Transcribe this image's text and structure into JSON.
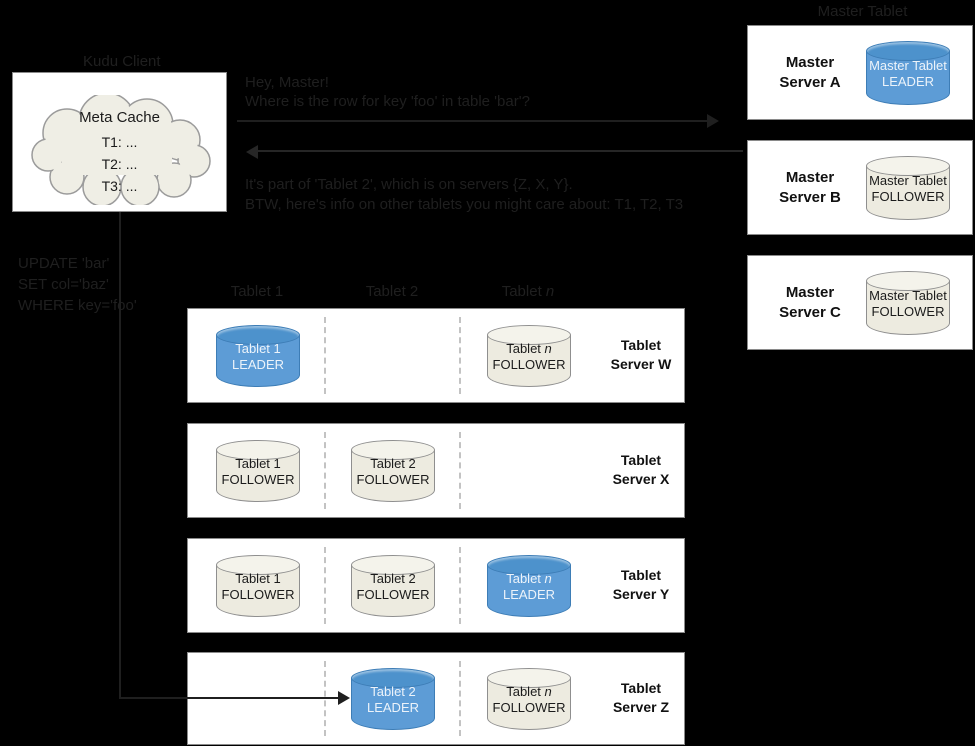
{
  "client": {
    "label": "Kudu Client",
    "meta_cache": {
      "title": "Meta Cache",
      "entries": "T1: ...\nT2: ...\nT3: ..."
    }
  },
  "messages": {
    "request_line1": "Hey, Master!",
    "request_line2": "Where is the row for key 'foo' in table 'bar'?",
    "response_line1": "It's part of 'Tablet 2', which is on servers {Z, X, Y}.",
    "response_line2": "BTW, here's info on other tablets you might care about: T1, T2, T3",
    "update_sql": "UPDATE 'bar'\nSET col='baz'\nWHERE key='foo'"
  },
  "masters": {
    "header": "Master Tablet",
    "servers": [
      {
        "name_line1": "Master",
        "name_line2": "Server A",
        "tablet": {
          "line1": "Master Tablet",
          "line2": "LEADER",
          "role": "leader"
        }
      },
      {
        "name_line1": "Master",
        "name_line2": "Server B",
        "tablet": {
          "line1": "Master Tablet",
          "line2": "FOLLOWER",
          "role": "follower"
        }
      },
      {
        "name_line1": "Master",
        "name_line2": "Server C",
        "tablet": {
          "line1": "Master Tablet",
          "line2": "FOLLOWER",
          "role": "follower"
        }
      }
    ]
  },
  "tablet_servers": {
    "column_headers": [
      {
        "text": "Tablet 1"
      },
      {
        "text": "Tablet 2"
      },
      {
        "text": "Tablet ",
        "italic": "n"
      }
    ],
    "servers": [
      {
        "name_line1": "Tablet",
        "name_line2": "Server W",
        "slot1": {
          "line1": "Tablet 1",
          "line2": "LEADER",
          "role": "leader"
        },
        "slot3": {
          "line1": "Tablet ",
          "line1_italic": "n",
          "line2": "FOLLOWER",
          "role": "follower"
        }
      },
      {
        "name_line1": "Tablet",
        "name_line2": "Server X",
        "slot1": {
          "line1": "Tablet 1",
          "line2": "FOLLOWER",
          "role": "follower"
        },
        "slot2": {
          "line1": "Tablet 2",
          "line2": "FOLLOWER",
          "role": "follower"
        }
      },
      {
        "name_line1": "Tablet",
        "name_line2": "Server Y",
        "slot1": {
          "line1": "Tablet 1",
          "line2": "FOLLOWER",
          "role": "follower"
        },
        "slot2": {
          "line1": "Tablet 2",
          "line2": "FOLLOWER",
          "role": "follower"
        },
        "slot3": {
          "line1": "Tablet ",
          "line1_italic": "n",
          "line2": "LEADER",
          "role": "leader"
        }
      },
      {
        "name_line1": "Tablet",
        "name_line2": "Server Z",
        "slot2": {
          "line1": "Tablet 2",
          "line2": "LEADER",
          "role": "leader"
        },
        "slot3": {
          "line1": "Tablet ",
          "line1_italic": "n",
          "line2": "FOLLOWER",
          "role": "follower"
        }
      }
    ]
  },
  "colors": {
    "background": "#000000",
    "leader_fill": "#5d9cd6",
    "leader_border": "#3d7db6",
    "follower_fill": "#edebe0",
    "follower_border": "#8f8f8f",
    "panel_fill": "#ffffff",
    "cloud_fill": "#efeee5",
    "hidden_text": "#1f1f1f"
  }
}
